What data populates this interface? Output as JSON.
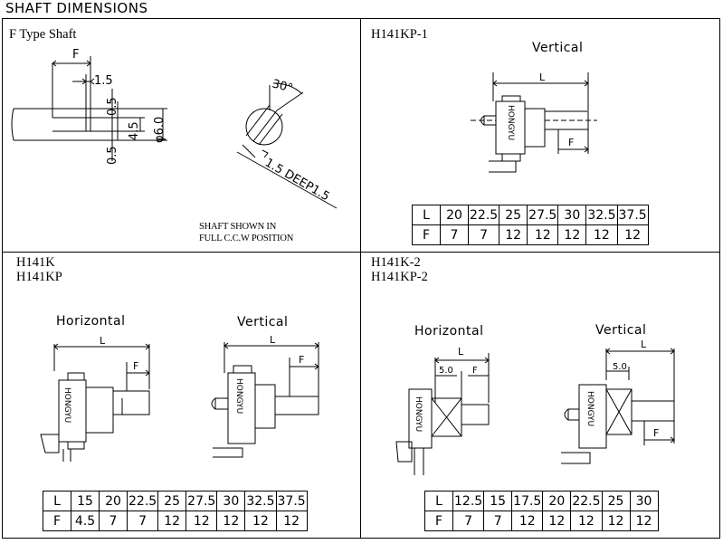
{
  "header": {
    "title": "SHAFT DIMENSIONS"
  },
  "panels": {
    "f_shaft": {
      "title": "F Type Shaft",
      "dims": {
        "f": "F",
        "d15": "1.5",
        "d05a": "0.5",
        "d45": "4.5",
        "d60": "φ6.0",
        "d05b": "0.5",
        "angle": "30°",
        "deep": "1.5 DEEP1.5"
      },
      "note_line1": "SHAFT SHOWN IN",
      "note_line2": "FULL C.C.W POSITION"
    },
    "kp1": {
      "title": "H141KP-1",
      "subtitle": "Vertical",
      "dims": {
        "l": "L",
        "f": "F"
      },
      "brand": "HONGYU",
      "table": {
        "rows": [
          [
            "L",
            "20",
            "22.5",
            "25",
            "27.5",
            "30",
            "32.5",
            "37.5"
          ],
          [
            "F",
            "7",
            "7",
            "12",
            "12",
            "12",
            "12",
            "12"
          ]
        ]
      }
    },
    "k": {
      "title_line1": "H141K",
      "title_line2": "H141KP",
      "horizontal_label": "Horizontal",
      "vertical_label": "Vertical",
      "dims": {
        "l": "L",
        "f": "F"
      },
      "brand": "HONGYU",
      "table": {
        "rows": [
          [
            "L",
            "15",
            "20",
            "22.5",
            "25",
            "27.5",
            "30",
            "32.5",
            "37.5"
          ],
          [
            "F",
            "4.5",
            "7",
            "7",
            "12",
            "12",
            "12",
            "12",
            "12"
          ]
        ]
      }
    },
    "k2": {
      "title_line1": "H141K-2",
      "title_line2": "H141KP-2",
      "horizontal_label": "Horizontal",
      "vertical_label": "Vertical",
      "dims": {
        "l": "L",
        "f": "F",
        "d50": "5.0"
      },
      "brand": "HONGYU",
      "table": {
        "rows": [
          [
            "L",
            "12.5",
            "15",
            "17.5",
            "20",
            "22.5",
            "25",
            "30"
          ],
          [
            "F",
            "7",
            "7",
            "12",
            "12",
            "12",
            "12",
            "12"
          ]
        ]
      }
    }
  }
}
